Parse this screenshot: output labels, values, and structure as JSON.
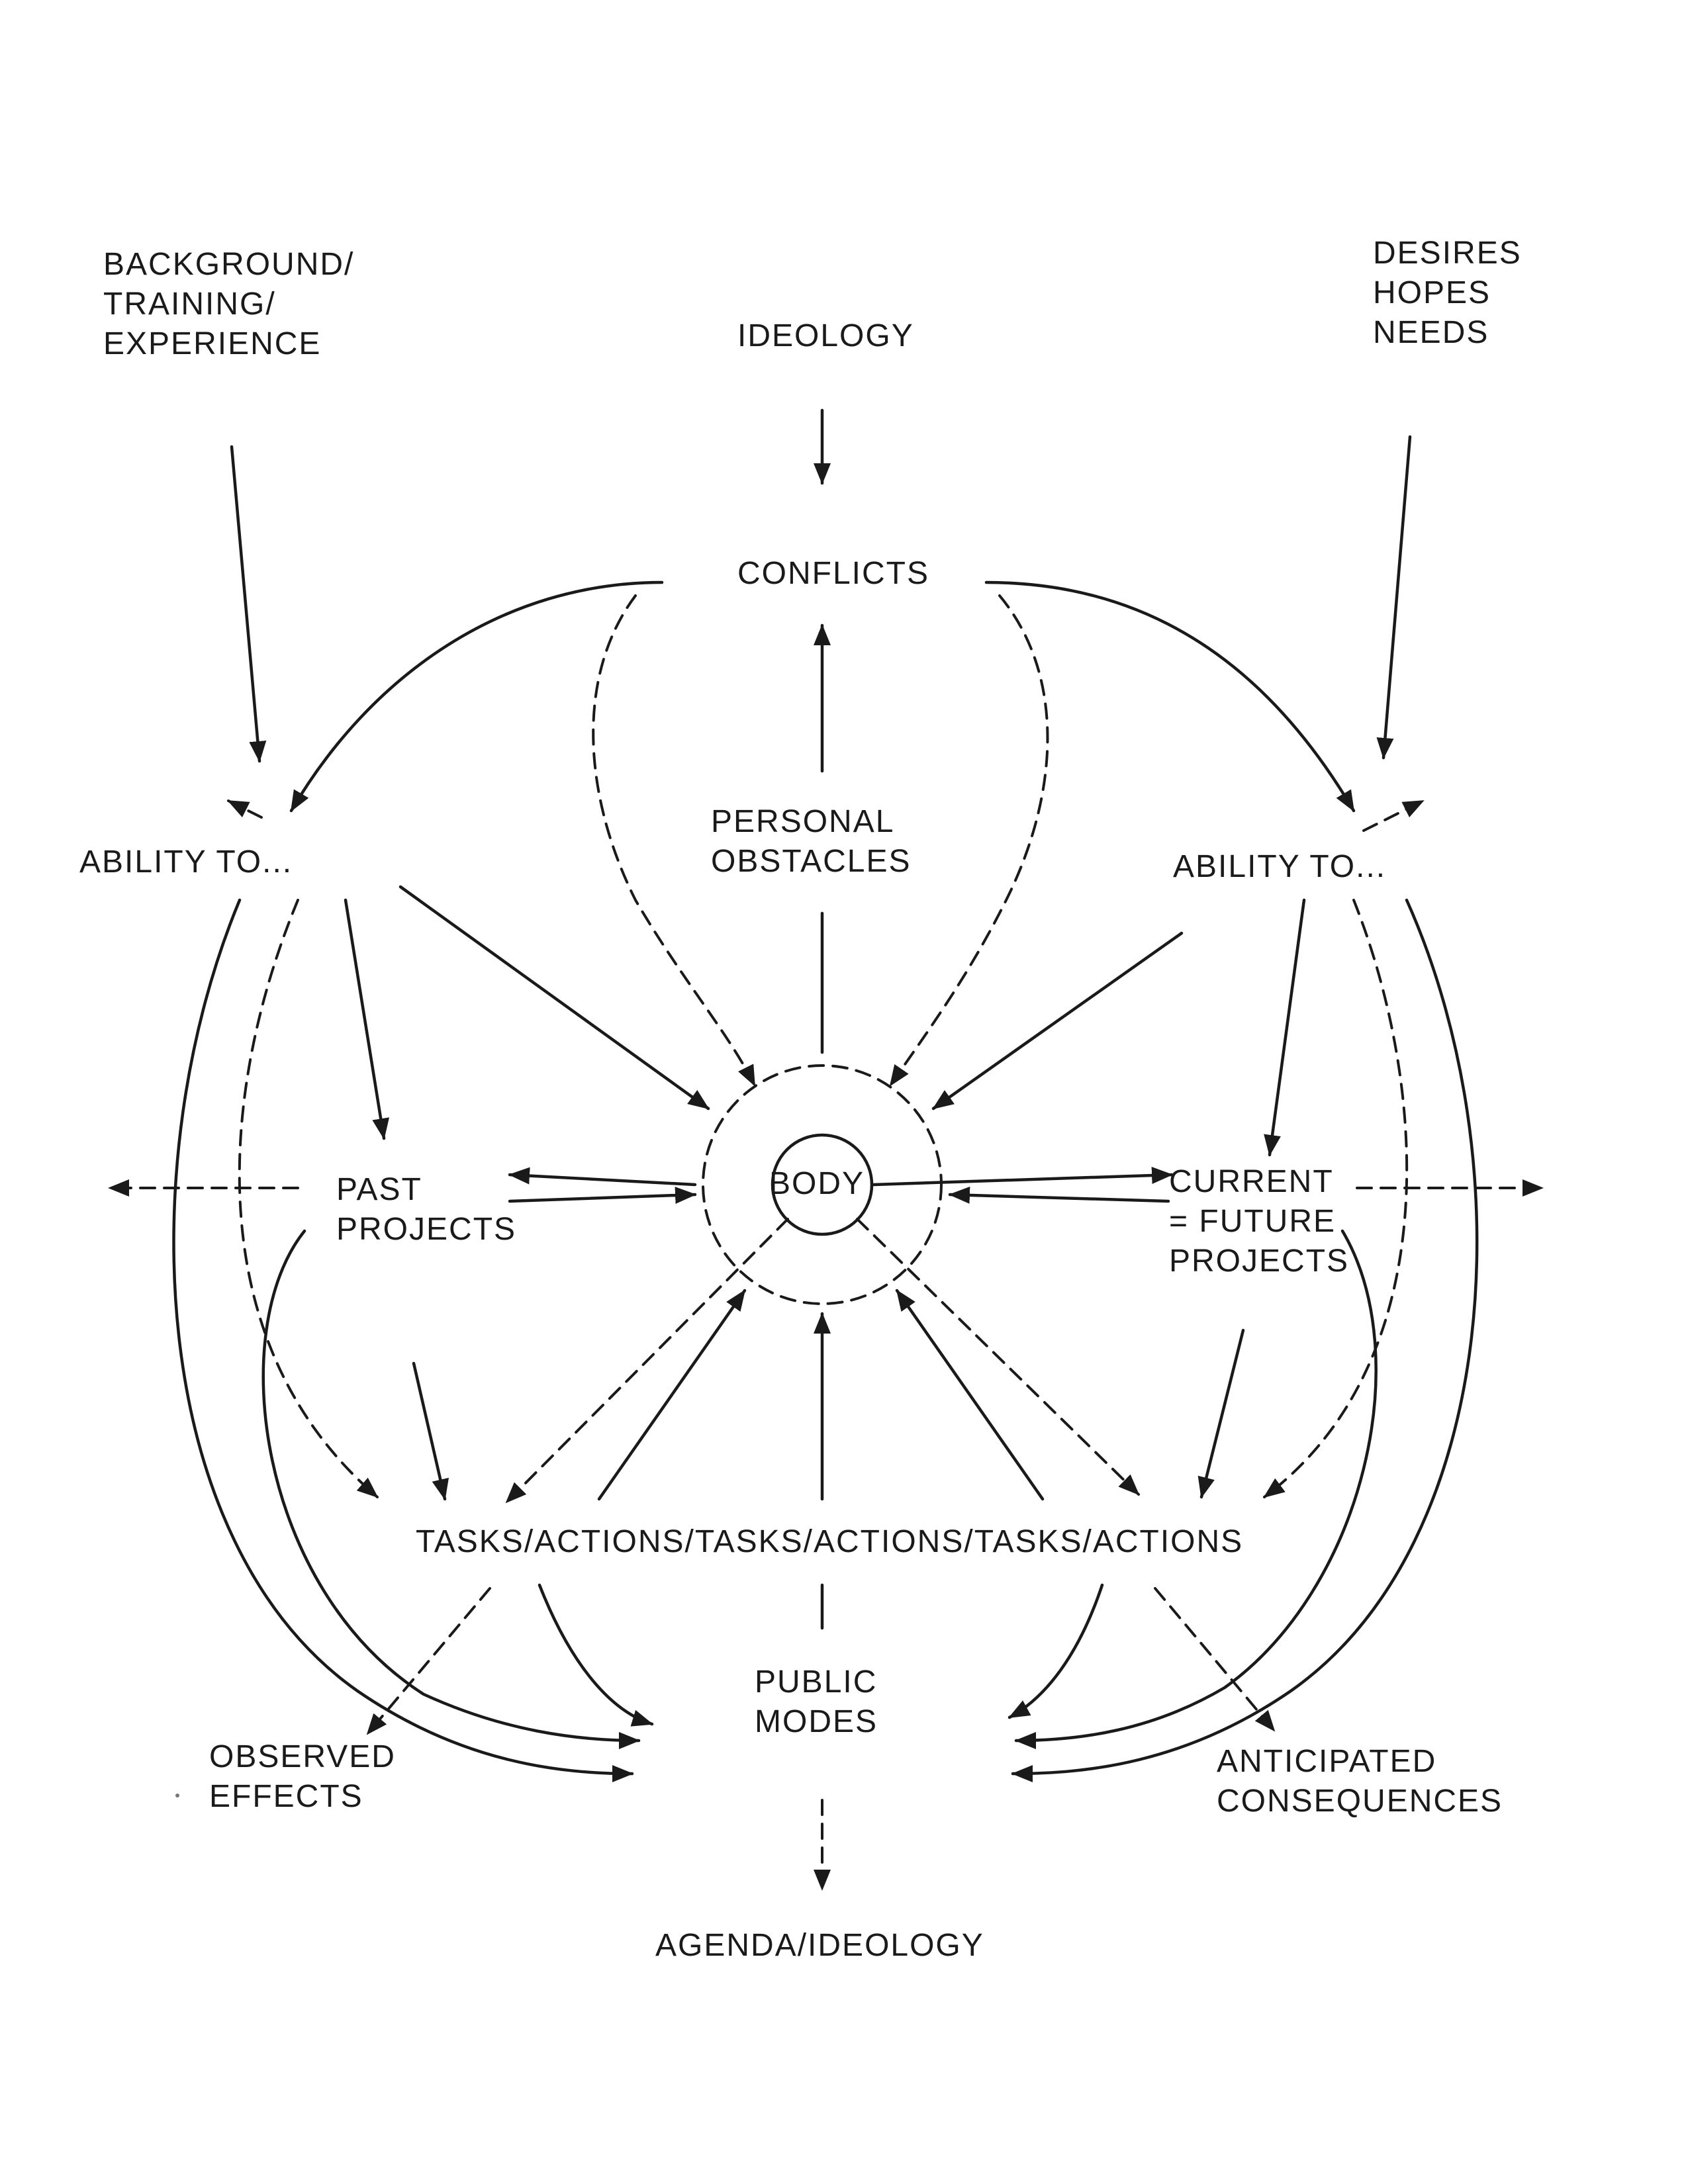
{
  "nodes": {
    "background": [
      "BACKGROUND/",
      "TRAINING/",
      "EXPERIENCE"
    ],
    "ideology": "IDEOLOGY",
    "desires": [
      "DESIRES",
      "HOPES",
      "NEEDS"
    ],
    "conflicts": "CONFLICTS",
    "personal_obstacles": [
      "PERSONAL",
      "OBSTACLES"
    ],
    "ability_left": "ABILITY TO...",
    "ability_right": "ABILITY TO...",
    "body": "BODY",
    "past_projects": [
      "PAST",
      "PROJECTS"
    ],
    "current_projects": [
      "CURRENT",
      "= FUTURE",
      "PROJECTS"
    ],
    "tasks": "TASKS/ACTIONS/TASKS/ACTIONS/TASKS/ACTIONS",
    "public_modes": [
      "PUBLIC",
      "MODES"
    ],
    "observed_effects": [
      "OBSERVED",
      "EFFECTS"
    ],
    "anticipated_consequences": [
      "ANTICIPATED",
      "CONSEQUENCES"
    ],
    "agenda": "AGENDA/IDEOLOGY"
  },
  "colors": {
    "ink": "#1a1a1a",
    "background": "#ffffff"
  }
}
